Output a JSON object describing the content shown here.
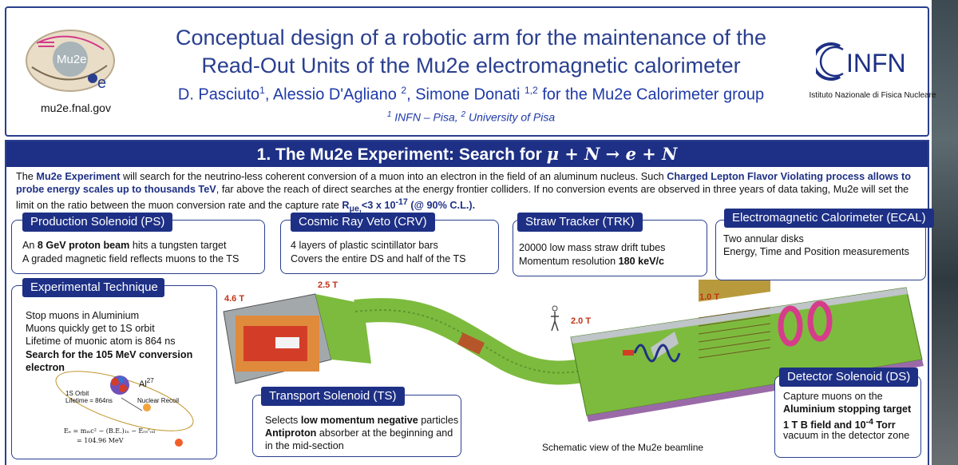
{
  "header": {
    "mu2e_url": "mu2e.fnal.gov",
    "logo_text": "Mu2e",
    "title_line1": "Conceptual design of a robotic arm for the maintenance of the",
    "title_line2": "Read-Out Units of the Mu2e electromagnetic calorimeter",
    "author1": "D. Pasciuto",
    "author1_sup": "1",
    "author2": ", Alessio D'Agliano ",
    "author2_sup": "2",
    "author3": ", Simone Donati ",
    "author3_sup": "1,2",
    "author_group": " for the Mu2e Calorimeter group",
    "affil1_sup": "1",
    "affil1": " INFN – Pisa, ",
    "affil2_sup": "2",
    "affil2": " University of Pisa",
    "infn_logo_text": "INFN",
    "infn_full": "Istituto Nazionale di Fisica Nucleare"
  },
  "section": {
    "title_prefix": "1. The Mu2e Experiment: Search for ",
    "title_formula": "μ + N → e + N",
    "intro_p1": "The ",
    "intro_b1": "Mu2e Experiment",
    "intro_p2": " will search for the neutrino-less coherent conversion of a muon into an electron in the field of an aluminum nucleus. Such ",
    "intro_b2": "Charged Lepton Flavor Violating process allows to probe energy scales up to thousands TeV",
    "intro_p3": ", far above the reach of direct searches at the energy frontier colliders. If no conversion events are observed in three years of data taking, Mu2e will set the limit on the ratio between the muon conversion rate and the capture rate ",
    "intro_b3": "R",
    "intro_b3_sub": "μe,",
    "intro_b4": "<3 x 10",
    "intro_b4_sup": "-17",
    "intro_b5": " (@ 90% C.L.)."
  },
  "boxes": {
    "ps": {
      "tag": "Production Solenoid  (PS)",
      "l1_a": "An ",
      "l1_b": "8 GeV proton beam",
      "l1_c": " hits a tungsten target",
      "l2": "A graded magnetic field reflects muons to the TS"
    },
    "crv": {
      "tag": "Cosmic Ray Veto  (CRV)",
      "l1": "4 layers of plastic scintillator bars",
      "l2": "Covers the entire DS and half of the TS"
    },
    "trk": {
      "tag": "Straw Tracker (TRK)",
      "l1": "20000 low mass straw drift tubes",
      "l2_a": "Momentum resolution ",
      "l2_b": "180 keV/c"
    },
    "ecal": {
      "tag": "Electromagnetic Calorimeter (ECAL)",
      "l1": "Two annular disks",
      "l2": "Energy, Time and Position measurements"
    },
    "exp": {
      "tag": "Experimental Technique",
      "l1": "Stop muons in Aluminium",
      "l2": "Muons quickly get to 1S orbit",
      "l3": "Lifetime of muonic atom is 864 ns",
      "l4": "Search for the 105 MeV conversion",
      "l5": "electron"
    },
    "ts": {
      "tag": "Transport Solenoid (TS)",
      "l1_a": "Selects ",
      "l1_b": "low momentum negative",
      "l1_c": " particles",
      "l2_a": "Antiproton",
      "l2_b": " absorber at the beginning and",
      "l3": "in the mid-section"
    },
    "ds": {
      "tag": "Detector Solenoid (DS)",
      "l1": "Capture muons on the",
      "l2": "Aluminium stopping target",
      "l3_a": "1  T  B  field  and  10",
      "l3_sup": "-4",
      "l3_b": "  Torr",
      "l4": "vacuum in  the  detector zone"
    }
  },
  "atom": {
    "label_al": "Al",
    "label_al_sup": "27",
    "orbit1": "1S Orbit",
    "orbit2": "Lifetime = 864ns",
    "recoil": "Nuclear Recoil",
    "eq1": "Eₑ = mₘc² − (B.E.)₁ₛ − Eᵣₑᶜₒᵢₗ",
    "eq2": "= 104.96 MeV"
  },
  "fields": {
    "f46": "4.6 T",
    "f25": "2.5 T",
    "f20": "2.0 T",
    "f10": "1.0 T"
  },
  "caption": "Schematic view of the Mu2e beamline",
  "colors": {
    "navy": "#1e3085",
    "title_blue": "#2a3f8f",
    "field_red": "#c23216",
    "solenoid_green": "#7dbb3e"
  }
}
